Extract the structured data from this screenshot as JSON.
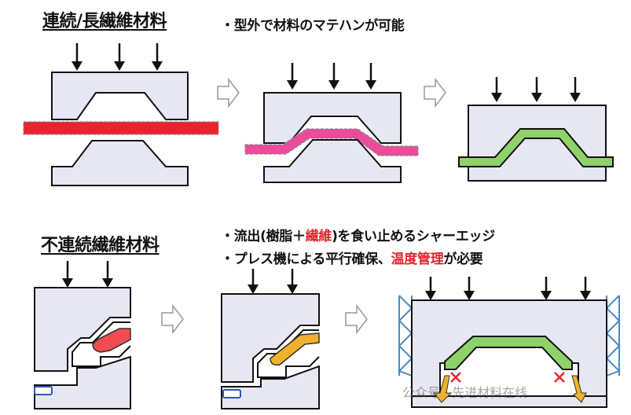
{
  "top": {
    "title": "連続/長繊維材料",
    "note": "・型外で材料のマテハンが可能"
  },
  "bottom": {
    "title": "不連続繊維材料",
    "note1": {
      "pre": "・流出(樹脂＋",
      "highlight": "繊維",
      "post": ")を食い止めるシャーエッジ"
    },
    "note2": {
      "pre": "・プレス機による平行確保、",
      "highlight": "温度管理",
      "post": "が必要"
    }
  },
  "watermark": "公众号 · 先进材料在线",
  "colors": {
    "mold": "#e6e7f2",
    "stroke": "#111111",
    "sheet_red": "#e8232f",
    "sheet_pink": "#e84c9a",
    "part_green": "#8fd16a",
    "charge_red": "#f04c52",
    "charge_orange": "#f2b12c",
    "support_blue": "#4a8ac6",
    "x_mark": "#e8232f"
  }
}
